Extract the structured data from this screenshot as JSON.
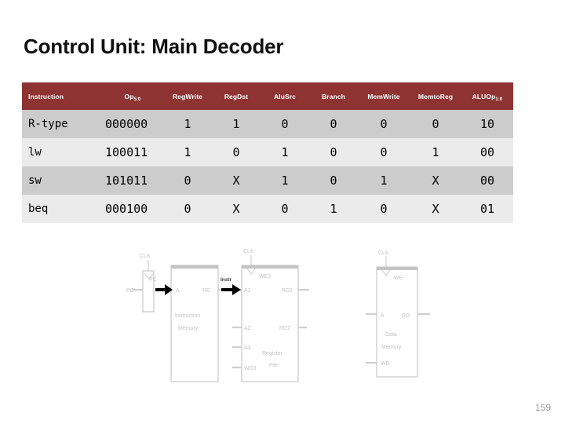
{
  "slide": {
    "title": "Control Unit: Main Decoder",
    "page_number": "159",
    "header_color": "#8e3232",
    "row_color_odd": "#cccccc",
    "row_color_even": "#ebebeb"
  },
  "table": {
    "headers": [
      {
        "label": "Instruction",
        "sub": ""
      },
      {
        "label": "Op",
        "sub": "5:0"
      },
      {
        "label": "RegWrite",
        "sub": ""
      },
      {
        "label": "RegDst",
        "sub": ""
      },
      {
        "label": "AluSrc",
        "sub": ""
      },
      {
        "label": "Branch",
        "sub": ""
      },
      {
        "label": "MemWrite",
        "sub": ""
      },
      {
        "label": "MemtoReg",
        "sub": ""
      },
      {
        "label": "ALUOp",
        "sub": "1:0"
      }
    ],
    "rows": [
      {
        "instruction": "R-type",
        "op": "000000",
        "regwrite": "1",
        "regdst": "1",
        "alusrc": "0",
        "branch": "0",
        "memwrite": "0",
        "memtoreg": "0",
        "aluop": "10"
      },
      {
        "instruction": "lw",
        "op": "100011",
        "regwrite": "1",
        "regdst": "0",
        "alusrc": "1",
        "branch": "0",
        "memwrite": "0",
        "memtoreg": "1",
        "aluop": "00"
      },
      {
        "instruction": "sw",
        "op": "101011",
        "regwrite": "0",
        "regdst": "X",
        "alusrc": "1",
        "branch": "0",
        "memwrite": "1",
        "memtoreg": "X",
        "aluop": "00"
      },
      {
        "instruction": "beq",
        "op": "000100",
        "regwrite": "0",
        "regdst": "X",
        "alusrc": "0",
        "branch": "1",
        "memwrite": "0",
        "memtoreg": "X",
        "aluop": "01"
      }
    ]
  },
  "diagram": {
    "labels": {
      "pc_in": "PC'",
      "pc_reg": "PC",
      "clk1": "CLK",
      "clk2": "CLK",
      "clk3": "CLK",
      "imem_a": "A",
      "imem_rd": "RD",
      "imem_name_line1": "Instruction",
      "imem_name_line2": "Memory",
      "instr_bus": "Instr",
      "rf_we3": "WE3",
      "rf_a1": "A1",
      "rf_a2": "A2",
      "rf_a3": "A3",
      "rf_wd3": "WD3",
      "rf_rd1": "RD1",
      "rf_rd2": "RD2",
      "rf_name_line1": "Register",
      "rf_name_line2": "File",
      "dmem_we": "WE",
      "dmem_a": "A",
      "dmem_rd": "RD",
      "dmem_wd": "WD",
      "dmem_name_line1": "Data",
      "dmem_name_line2": "Memory"
    }
  }
}
